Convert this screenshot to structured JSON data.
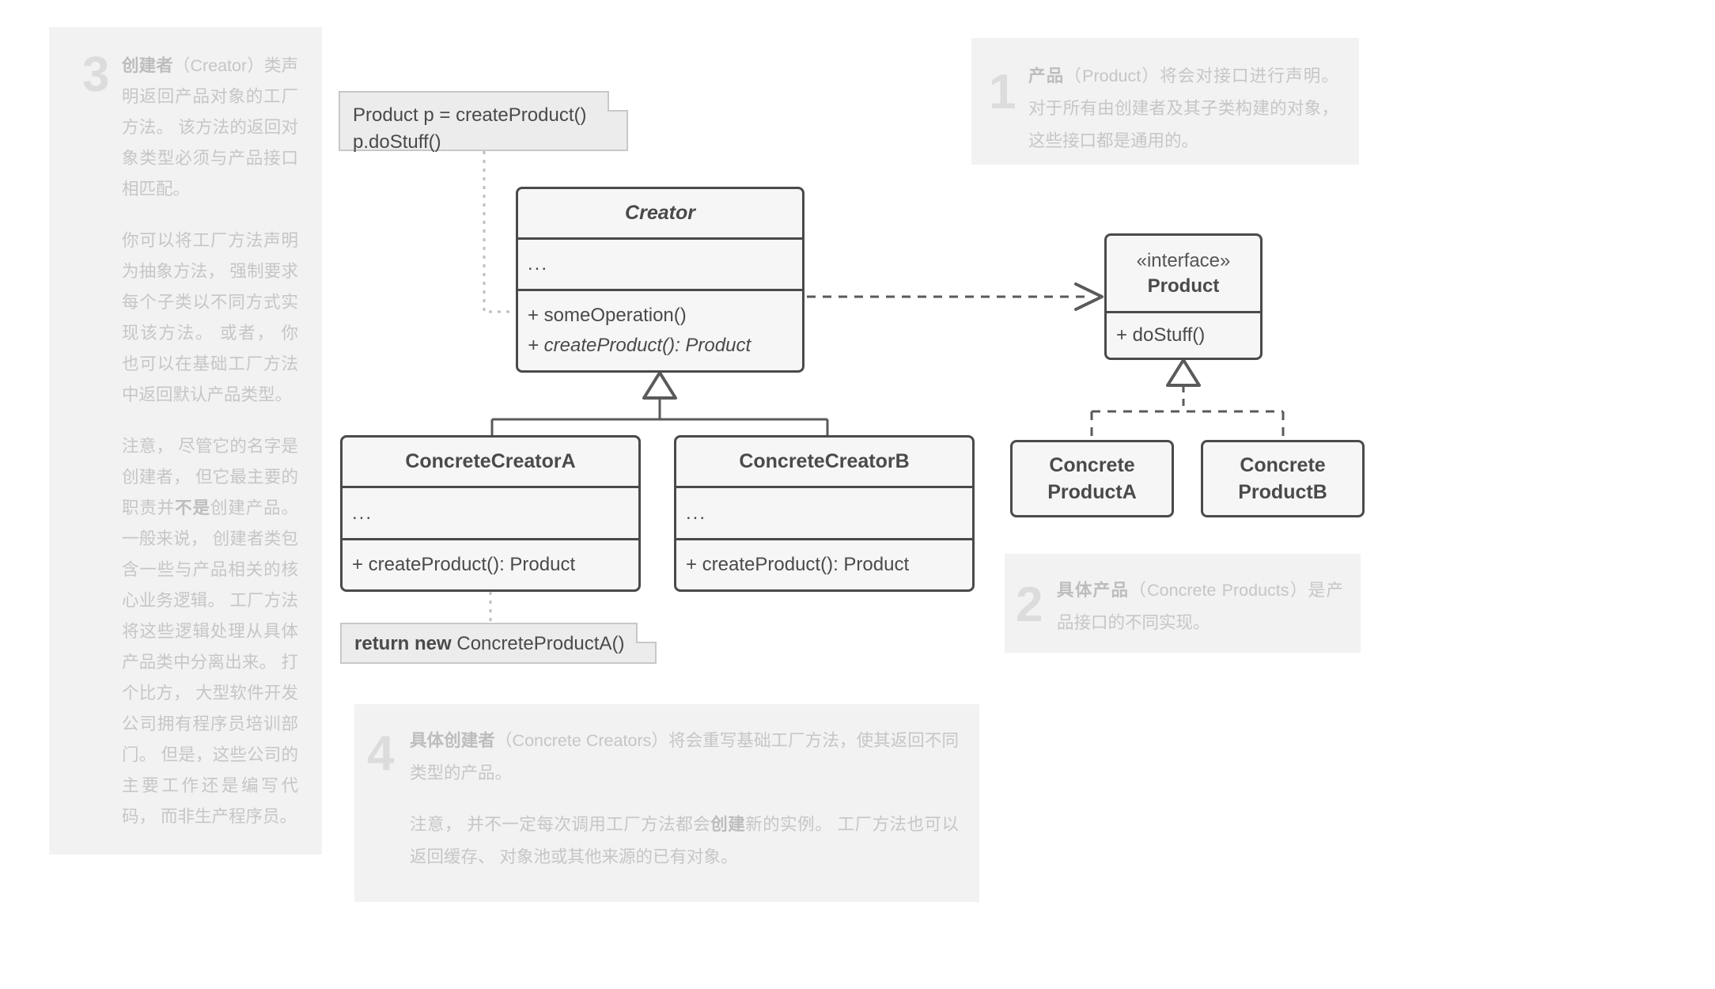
{
  "diagram": {
    "title": "Factory Method UML class diagram",
    "colors": {
      "box_border": "#4a4a4a",
      "box_fill": "#f6f6f6",
      "note_fill": "#ececec",
      "note_border": "#c8c8c8",
      "annotation_bg": "#f2f2f2",
      "annotation_text": "#c6c6c6",
      "annotation_number": "#dcdcdc",
      "connector": "#5a5a5a"
    }
  },
  "notes": {
    "code_note": {
      "line1": "Product p = createProduct()",
      "line2": "p.doStuff()"
    },
    "return_note": {
      "keyword": "return new",
      "rest": " ConcreteProductA()"
    }
  },
  "classes": {
    "creator": {
      "title": "Creator",
      "attributes": "...",
      "methods": [
        "+ someOperation()",
        "+ createProduct(): Product"
      ]
    },
    "product": {
      "stereotype": "«interface»",
      "title": "Product",
      "methods": [
        "+ doStuff()"
      ]
    },
    "concrete_creator_a": {
      "title": "ConcreteCreatorA",
      "attributes": "...",
      "methods": [
        "+ createProduct(): Product"
      ]
    },
    "concrete_creator_b": {
      "title": "ConcreteCreatorB",
      "attributes": "...",
      "methods": [
        "+ createProduct(): Product"
      ]
    },
    "concrete_product_a": {
      "line1": "Concrete",
      "line2": "ProductA"
    },
    "concrete_product_b": {
      "line1": "Concrete",
      "line2": "ProductB"
    }
  },
  "annotations": {
    "product": {
      "number": "1",
      "lead_bold": "产品",
      "lead_rest": "（Product）将会对接口进行声明。 对于所有由创建者及其子类构建的对象，这些接口都是通用的。"
    },
    "concrete_products": {
      "number": "2",
      "lead_bold": "具体产品",
      "lead_rest": "（Concrete Products）是产品接口的不同实现。"
    },
    "creator": {
      "number": "3",
      "lead_bold": "创建者",
      "lead_rest": "（Creator）类声明返回产品对象的工厂方法。 该方法的返回对象类型必须与产品接口相匹配。",
      "paragraph2": "你可以将工厂方法声明为抽象方法， 强制要求每个子类以不同方式实现该方法。 或者， 你也可以在基础工厂方法中返回默认产品类型。",
      "paragraph3_a": "注意， 尽管它的名字是创建者， 但它最主要的职责并",
      "paragraph3_bold": "不是",
      "paragraph3_b": "创建产品。 一般来说， 创建者类包含一些与产品相关的核心业务逻辑。 工厂方法将这些逻辑处理从具体产品类中分离出来。 打个比方， 大型软件开发公司拥有程序员培训部门。 但是，这些公司的主要工作还是编写代码， 而非生产程序员。"
    },
    "concrete_creators": {
      "number": "4",
      "lead_bold": "具体创建者",
      "lead_rest": "（Concrete Creators）将会重写基础工厂方法，使其返回不同类型的产品。",
      "paragraph2_a": "注意， 并不一定每次调用工厂方法都会",
      "paragraph2_bold": "创建",
      "paragraph2_b": "新的实例。 工厂方法也可以返回缓存、 对象池或其他来源的已有对象。"
    }
  },
  "relations": {
    "creator_uses_product": "dependency (dashed open arrow)",
    "concrete_creators_extend_creator": "generalization (solid hollow triangle)",
    "concrete_products_implement_product": "realization (dashed hollow triangle)",
    "note_anchor_creator": "note link (dotted)",
    "note_anchor_concrete_creator_a": "note link (dotted)"
  }
}
